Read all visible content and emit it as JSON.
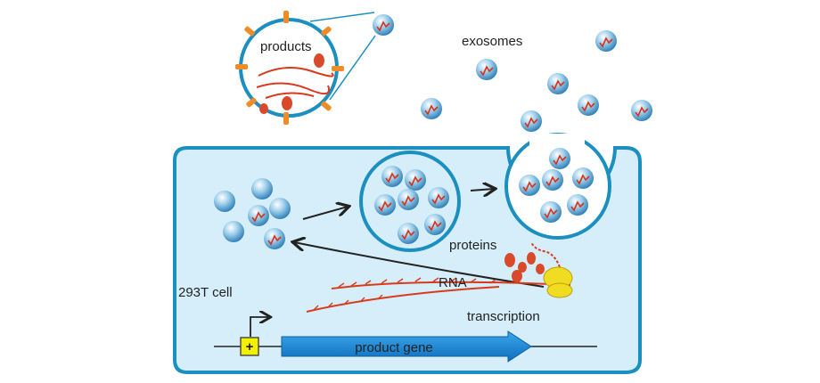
{
  "labels": {
    "products": "products",
    "exosomes": "exosomes",
    "proteins": "proteins",
    "rna": "RNA",
    "cell": "293T cell",
    "transcription": "transcription",
    "gene": "product gene",
    "promoter": "+"
  },
  "colors": {
    "membrane": "#1b8fbf",
    "cytoplasm": "#d6eefa",
    "vesicle_fill": "#cfeaf7",
    "rna": "#d83a1c",
    "protein": "#d94a2a",
    "gene_arrow": "#1589d6",
    "promoter_box": "#f3f000",
    "ribosome": "#f2dc22",
    "orange_spike": "#f08c28"
  },
  "icons": {
    "exosome": "exosome-sphere-icon",
    "ribosome": "ribosome-icon",
    "promoter": "promoter-plus-box-icon",
    "arrow": "arrow-icon"
  }
}
